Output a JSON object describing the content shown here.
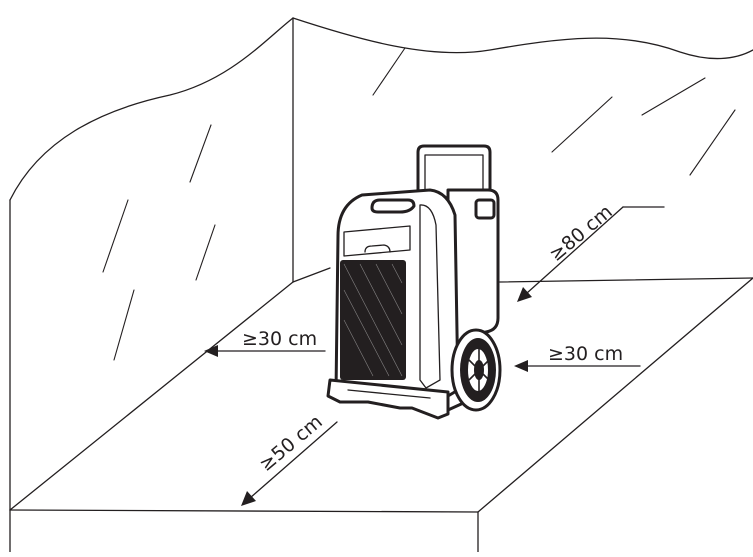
{
  "labels": {
    "left": "≥30 cm",
    "right": "≥30 cm",
    "back": "≥80 cm",
    "front": "≥50 cm"
  },
  "colors": {
    "line": "#231f20",
    "background": "#ffffff"
  }
}
